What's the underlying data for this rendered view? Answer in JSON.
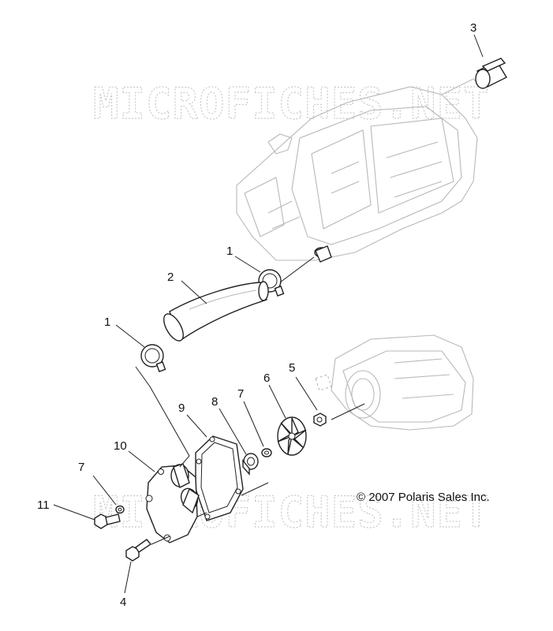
{
  "watermark": "MICROFICHES.NET",
  "copyright": "© 2007 Polaris Sales Inc.",
  "callouts": {
    "c3": "3",
    "c1a": "1",
    "c2": "2",
    "c1b": "1",
    "c5": "5",
    "c6": "6",
    "c7a": "7",
    "c8": "8",
    "c9": "9",
    "c10": "10",
    "c7b": "7",
    "c11": "11",
    "c4": "4"
  }
}
